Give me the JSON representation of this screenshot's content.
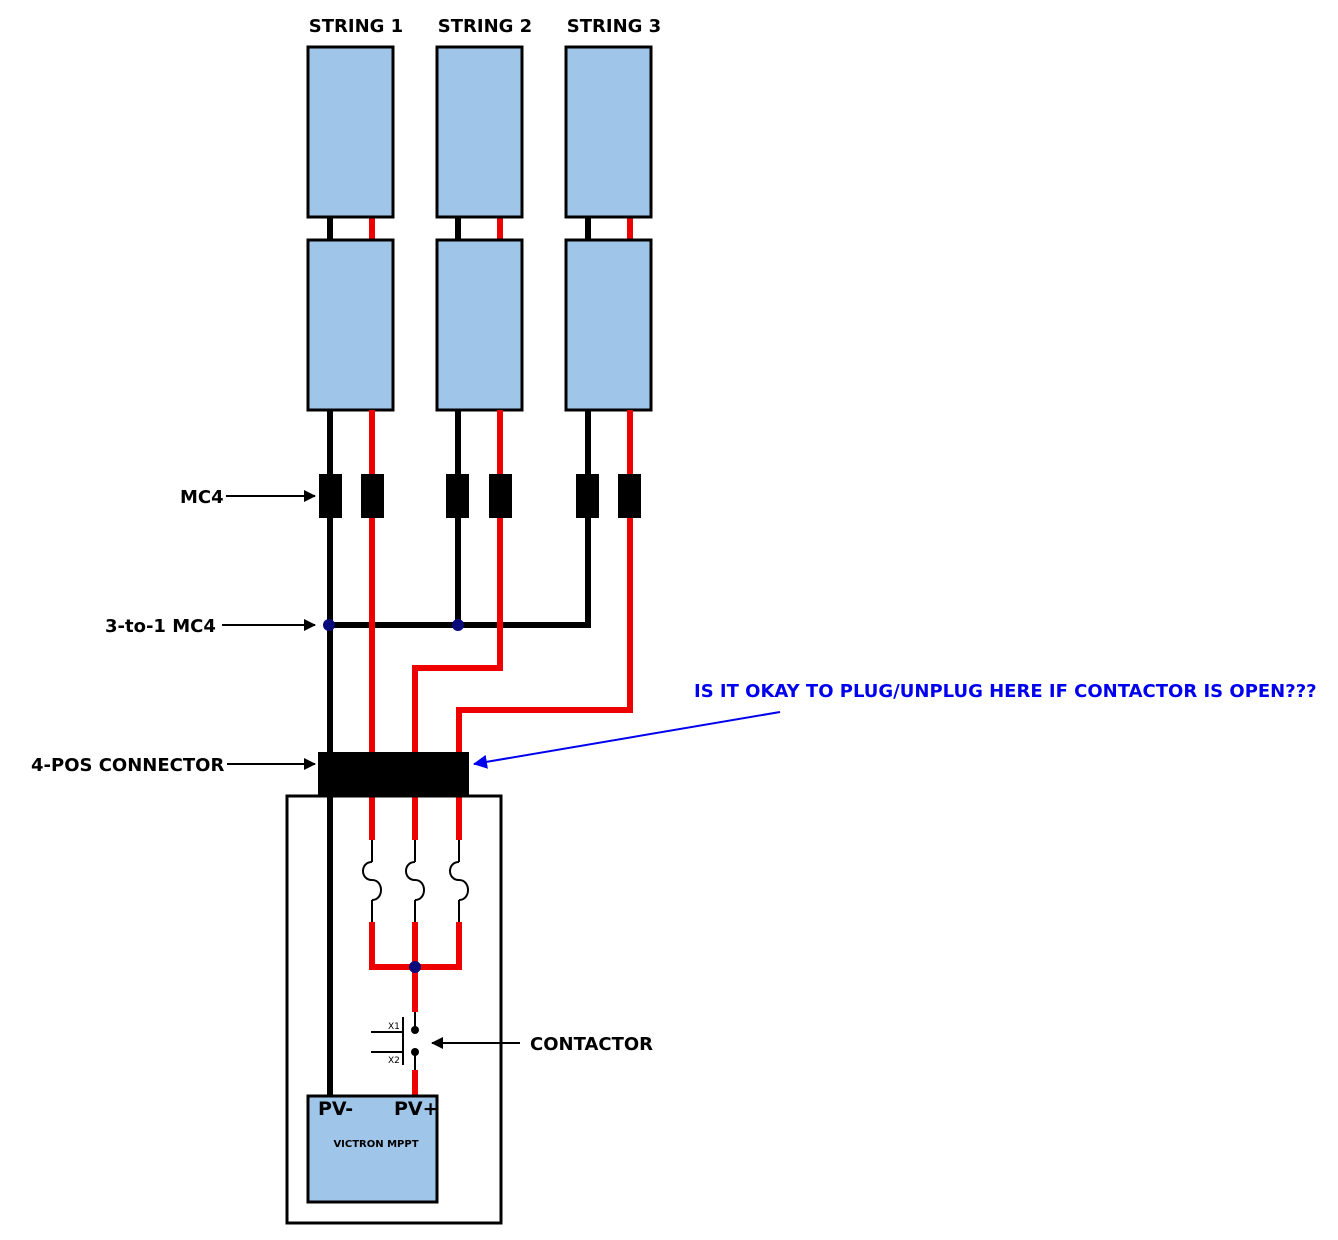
{
  "strings": [
    {
      "label": "STRING 1"
    },
    {
      "label": "STRING 2"
    },
    {
      "label": "STRING 3"
    }
  ],
  "labels": {
    "mc4": "MC4",
    "three_to_one": "3-to-1 MC4",
    "four_pos": "4-POS CONNECTOR",
    "question": "IS IT OKAY TO PLUG/UNPLUG HERE IF CONTACTOR IS OPEN???",
    "contactor": "CONTACTOR",
    "x1": "X1",
    "x2": "X2",
    "pv_neg": "PV-",
    "pv_pos": "PV+",
    "victron": "VICTRON MPPT"
  },
  "colors": {
    "panel_fill": "#9fc5e8",
    "positive_wire": "#ee0000",
    "negative_wire": "#000000",
    "question_text": "#0000ee",
    "junction_node": "#0a0a7a"
  }
}
